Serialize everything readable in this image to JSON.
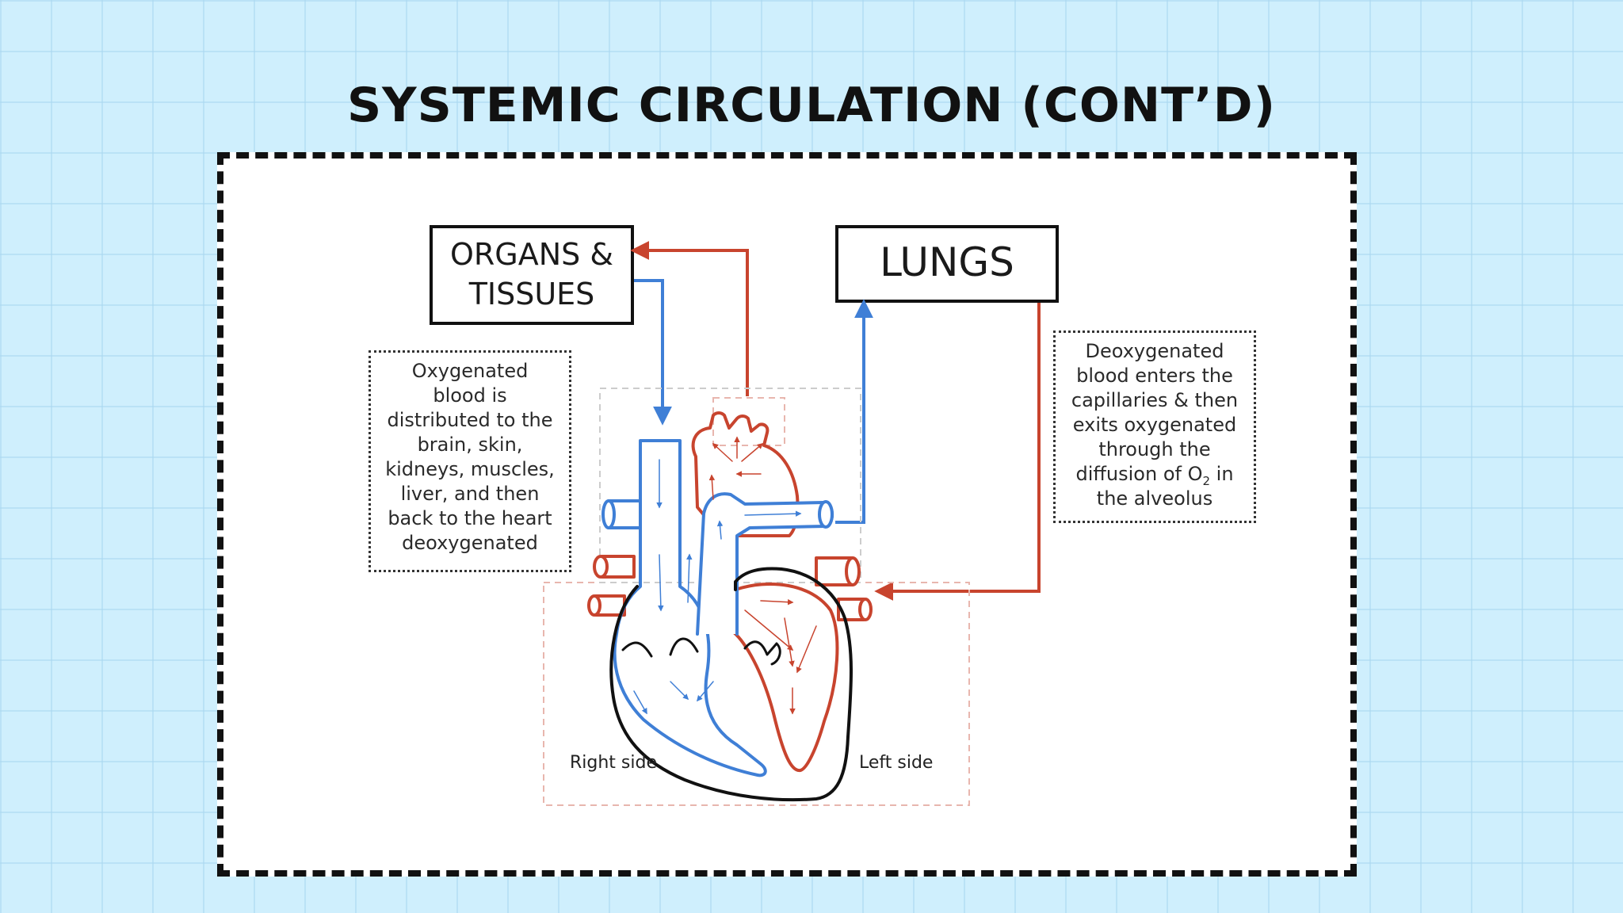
{
  "title": "SYSTEMIC CIRCULATION (CONT’D)",
  "boxes": {
    "organs": {
      "line1": "ORGANS &",
      "line2": "TISSUES"
    },
    "lungs": "LUNGS"
  },
  "notes": {
    "left": [
      "Oxygenated",
      "blood is",
      "distributed to the",
      "brain, skin,",
      "kidneys, muscles,",
      "liver, and then",
      "back to the heart",
      "deoxygenated"
    ],
    "right": {
      "lines": [
        "Deoxygenated",
        "blood enters the",
        "capillaries & then",
        "exits oxygenated",
        "through the"
      ],
      "line6_prefix": "diffusion of O",
      "line6_sub": "2",
      "line6_suffix": " in",
      "line7": "the alveolus"
    }
  },
  "heart_labels": {
    "right_side": "Right side",
    "left_side": "Left side"
  },
  "colors": {
    "oxygenated": "#c8442e",
    "deoxygenated": "#3f7fd6",
    "outline": "#111111",
    "background": "#cfeffd"
  }
}
